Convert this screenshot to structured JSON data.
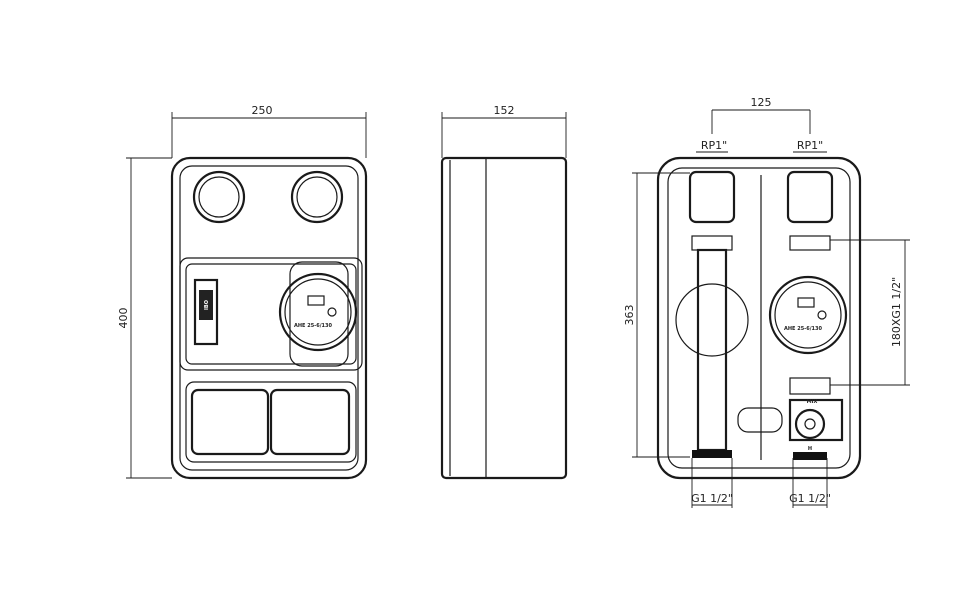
{
  "front_view": {
    "width_dim": "250",
    "height_dim": "400",
    "pump_model": "AHE 25-6/130",
    "logo_text": "IBO"
  },
  "side_view": {
    "depth_dim": "152"
  },
  "back_view": {
    "pipe_spacing_dim": "125",
    "top_connection_left": "RP1\"",
    "top_connection_right": "RP1\"",
    "height_dim": "363",
    "pump_length_dim": "180XG1 1/2\"",
    "bottom_connection_left": "G1 1/2\"",
    "bottom_connection_right": "G1 1/2\"",
    "pump_model": "AHE 25-6/130",
    "valve_label": "MIX",
    "valve_bottom_label": "H"
  }
}
